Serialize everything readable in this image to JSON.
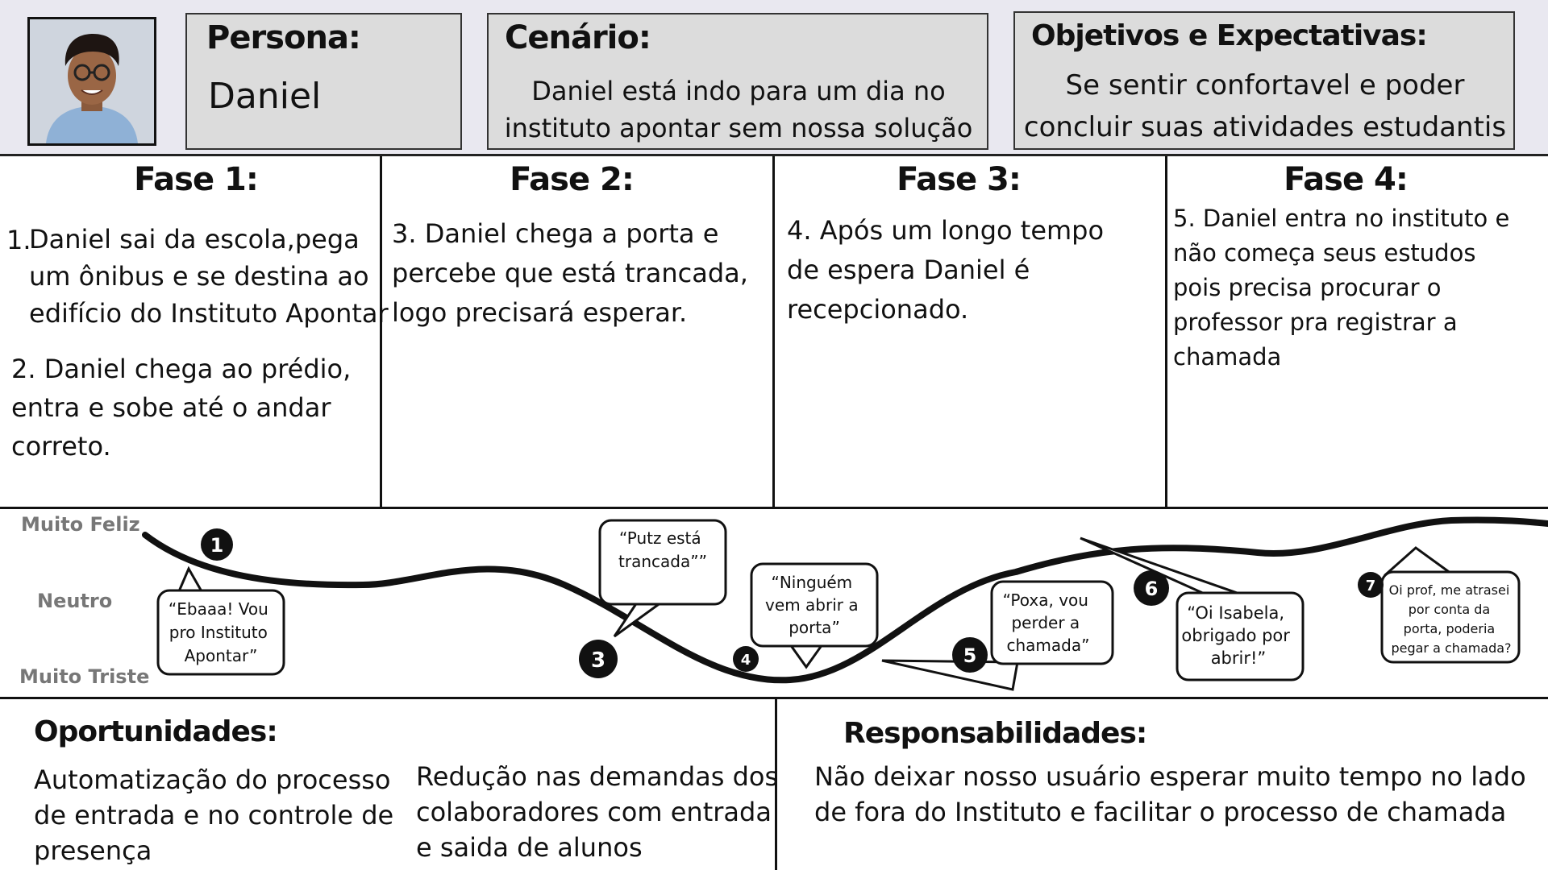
{
  "persona": {
    "title": "Persona:",
    "name": "Daniel"
  },
  "cenario": {
    "title": "Cenário:",
    "text": "Daniel  está indo para um dia no\ninstituto apontar sem nossa solução"
  },
  "objetivos": {
    "title": "Objetivos e Expectativas:",
    "text": "Se sentir confortavel e poder\nconcluir suas atividades estudantis"
  },
  "phases": [
    {
      "title": "Fase 1:",
      "items": [
        {
          "num": "1.",
          "text": "Daniel sai da escola,pega\num ônibus e se destina ao\nedifício do Instituto Apontar"
        },
        {
          "num": "",
          "text": "2. Daniel chega ao prédio,\nentra e sobe até o andar\ncorreto."
        }
      ]
    },
    {
      "title": "Fase 2:",
      "text": "3. Daniel chega a porta e\npercebe que está trancada,\nlogo precisará esperar."
    },
    {
      "title": "Fase 3:",
      "text": "4. Após um longo tempo\nde espera Daniel é\nrecepcionado."
    },
    {
      "title": "Fase 4:",
      "text": "5. Daniel entra no instituto e\nnão começa seus estudos\npois precisa procurar o\nprofessor pra registrar a\nchamada"
    }
  ],
  "emotion_scale": {
    "high": "Muito Feliz",
    "mid": "Neutro",
    "low": "Muito Triste"
  },
  "steps": [
    {
      "num": "1",
      "quote": [
        "“Ebaaa! Vou",
        "pro Instituto",
        "Apontar”"
      ]
    },
    {
      "num": "3",
      "quote": [
        "“Putz está",
        "trancada””"
      ]
    },
    {
      "num": "4",
      "quote": [
        "“Ninguém",
        "vem abrir a",
        "porta”"
      ]
    },
    {
      "num": "5",
      "quote": [
        "“Poxa, vou",
        "perder a",
        "chamada”"
      ]
    },
    {
      "num": "6",
      "quote": [
        "“Oi  Isabela,",
        "obrigado por",
        "abrir!”"
      ]
    },
    {
      "num": "7",
      "quote": [
        "Oi prof, me atrasei",
        "por conta da",
        "porta, poderia",
        "pegar a chamada?"
      ]
    }
  ],
  "oportunidades": {
    "title": "Oportunidades:",
    "items": [
      "Automatização do processo\nde entrada e no controle de\npresença",
      "Redução nas demandas dos\ncolaboradores com entrada\ne saida de alunos"
    ]
  },
  "responsabilidades": {
    "title": "Responsabilidades:",
    "text": "Não deixar nosso usuário esperar muito tempo no lado\nde fora do Instituto e facilitar o processo de chamada"
  }
}
